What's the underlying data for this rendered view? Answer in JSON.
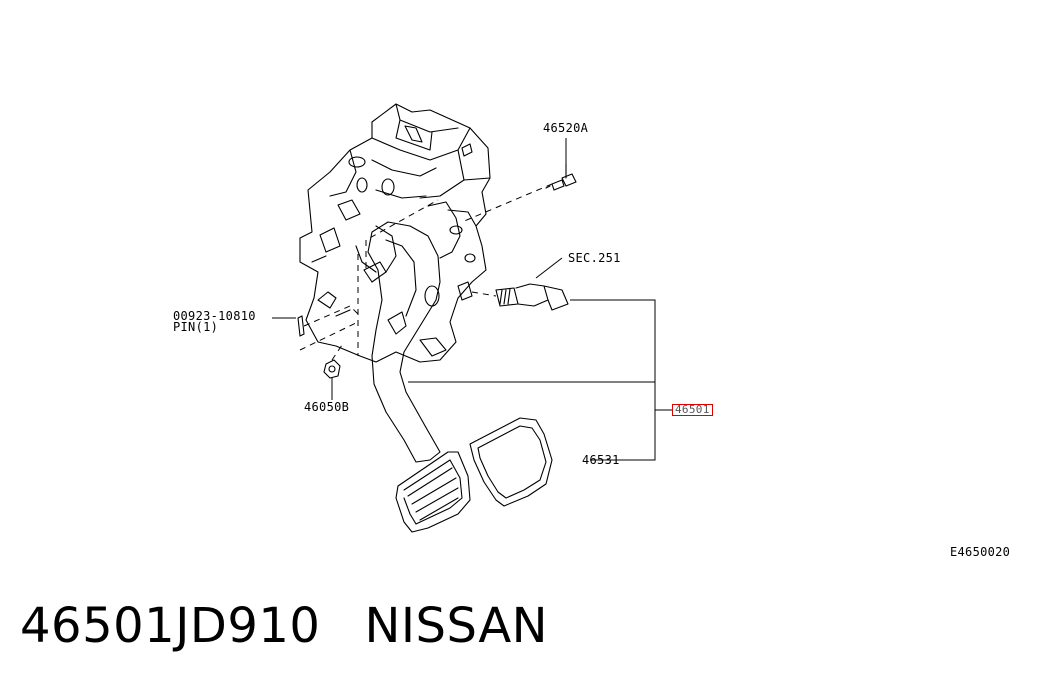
{
  "callouts": {
    "bolt": "46520A",
    "switch_ref": "SEC.251",
    "pin_part": "00923-10810",
    "pin_desc": "PIN(1)",
    "nut": "46050B",
    "assembly": "46501",
    "pad": "46531"
  },
  "diagram_code": "E4650020",
  "footer": {
    "part_number": "46501JD910",
    "brand": "NISSAN"
  },
  "colors": {
    "line": "#000000",
    "highlight": "#e00000"
  }
}
